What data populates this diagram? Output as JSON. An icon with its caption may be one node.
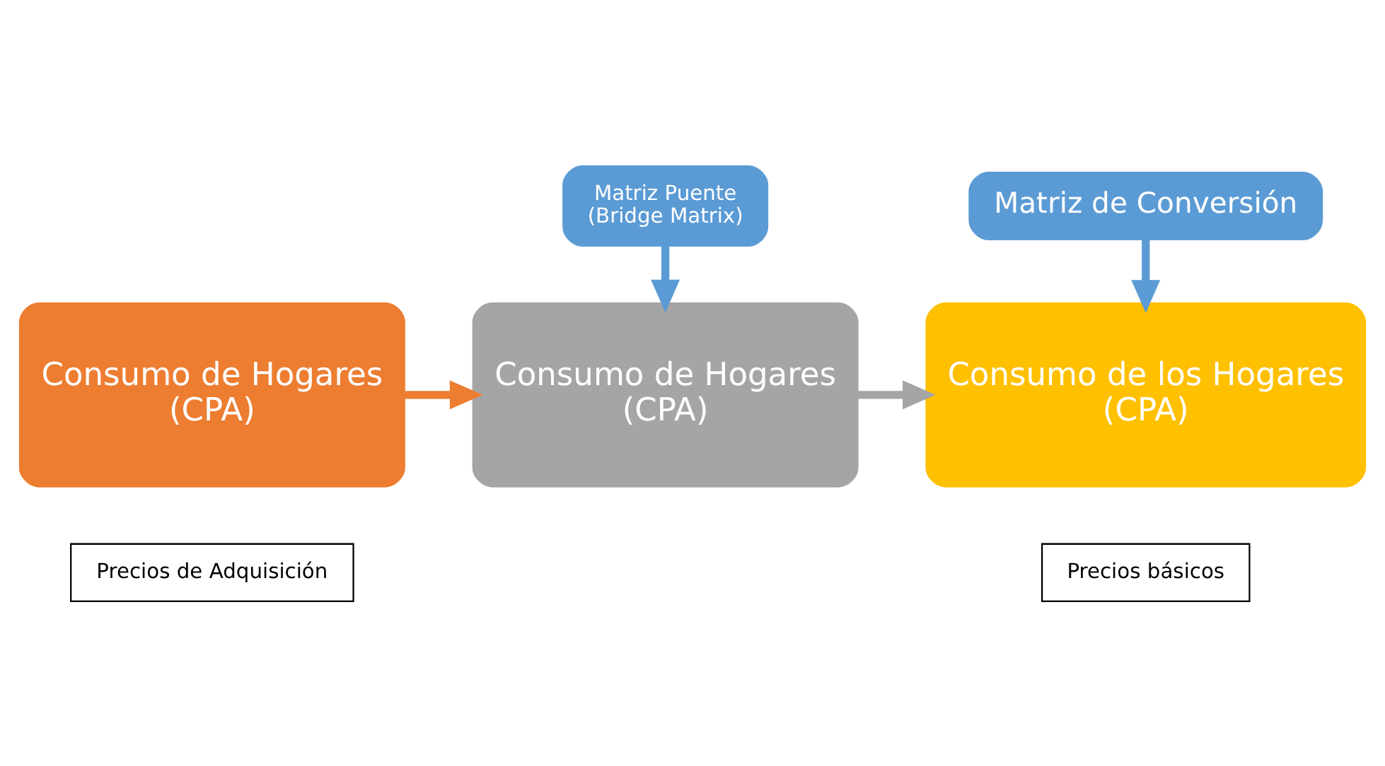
{
  "diagram": {
    "nodes": [
      {
        "text": [
          "Matriz Puente",
          "(Bridge Matrix)"
        ]
      },
      {
        "text": [
          "Matriz de Conversión"
        ]
      },
      {
        "text": [
          "Consumo de Hogares",
          "(CPA)"
        ]
      },
      {
        "text": [
          "Consumo de Hogares",
          "(CPA)"
        ]
      },
      {
        "text": [
          "Consumo de los Hogares",
          "(CPA)"
        ]
      },
      {
        "text": [
          "Precios de Adquisición"
        ]
      },
      {
        "text": [
          "Precios básicos"
        ]
      }
    ],
    "edges": [
      {
        "from": 0,
        "to": 3,
        "arrow": "to",
        "color": "#5b9bd5"
      },
      {
        "from": 1,
        "to": 4,
        "arrow": "to",
        "color": "#5b9bd5"
      },
      {
        "from": 2,
        "to": 3,
        "arrow": "to",
        "color": "#ed7d31"
      },
      {
        "from": 3,
        "to": 4,
        "arrow": "to",
        "color": "#a5a5a5"
      }
    ]
  }
}
